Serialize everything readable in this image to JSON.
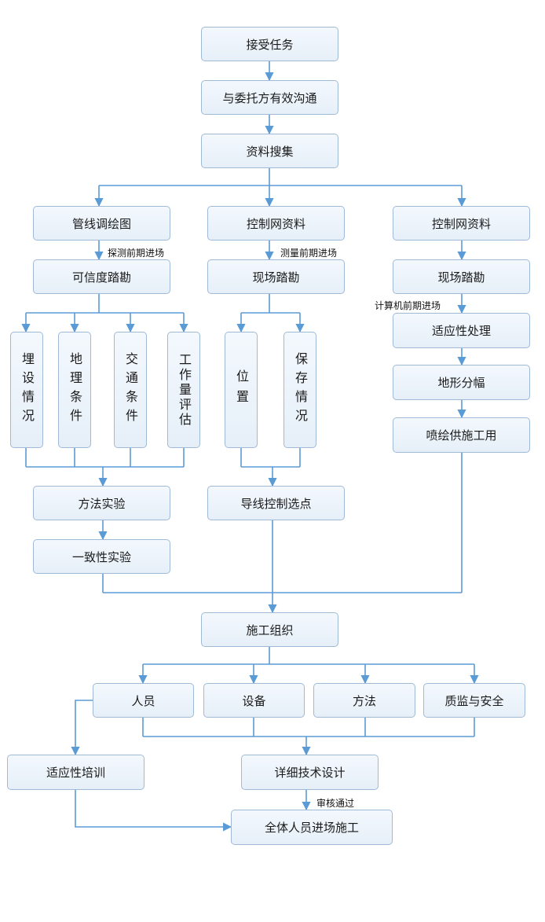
{
  "nodes": {
    "accept_task": "接受任务",
    "communicate": "与委托方有效沟通",
    "collect": "资料搜集",
    "pipeline_map": "管线调绘图",
    "control_net_1": "控制网资料",
    "control_net_2": "控制网资料",
    "reliability": "可信度踏勘",
    "field_survey_1": "现场踏勘",
    "field_survey_2": "现场踏勘",
    "burial": "埋设情况",
    "geology": "地理条件",
    "traffic": "交通条件",
    "workload": "工作量评估",
    "position": "位置",
    "preserve": "保存情况",
    "adaptive_process": "适应性处理",
    "terrain_split": "地形分幅",
    "plot_use": "喷绘供施工用",
    "method_test": "方法实验",
    "consistency_test": "一致性实验",
    "traverse_select": "导线控制选点",
    "construction_org": "施工组织",
    "personnel": "人员",
    "equipment": "设备",
    "method": "方法",
    "quality_safety": "质监与安全",
    "adaptive_training": "适应性培训",
    "detailed_design": "详细技术设计",
    "all_enter": "全体人员进场施工"
  },
  "edge_labels": {
    "probe_early": "探测前期进场",
    "measure_early": "测量前期进场",
    "computer_early": "计算机前期进场",
    "review_pass": "审核通过"
  },
  "colors": {
    "line": "#5b9bd5",
    "node_border": "#9fbad6",
    "node_fill": "#eaf1f9"
  }
}
